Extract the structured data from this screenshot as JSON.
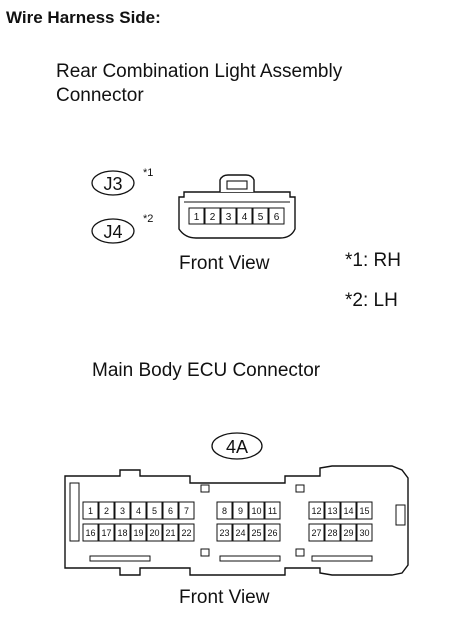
{
  "page": {
    "heading": "Wire Harness Side:"
  },
  "rear_connector": {
    "title_line1": "Rear Combination Light Assembly",
    "title_line2": "Connector",
    "codes": [
      {
        "code": "J3",
        "note_ref": "*1"
      },
      {
        "code": "J4",
        "note_ref": "*2"
      }
    ],
    "pins": [
      "1",
      "2",
      "3",
      "4",
      "5",
      "6"
    ],
    "view_label": "Front View",
    "notes": [
      "*1: RH",
      "*2: LH"
    ]
  },
  "ecu_connector": {
    "title": "Main Body ECU Connector",
    "code": "4A",
    "view_label": "Front View",
    "blocks": [
      {
        "top": [
          "1",
          "2",
          "3",
          "4",
          "5",
          "6",
          "7"
        ],
        "bottom": [
          "16",
          "17",
          "18",
          "19",
          "20",
          "21",
          "22"
        ]
      },
      {
        "top": [
          "8",
          "9",
          "10",
          "11"
        ],
        "bottom": [
          "23",
          "24",
          "25",
          "26"
        ]
      },
      {
        "top": [
          "12",
          "13",
          "14",
          "15"
        ],
        "bottom": [
          "27",
          "28",
          "29",
          "30"
        ]
      }
    ]
  }
}
